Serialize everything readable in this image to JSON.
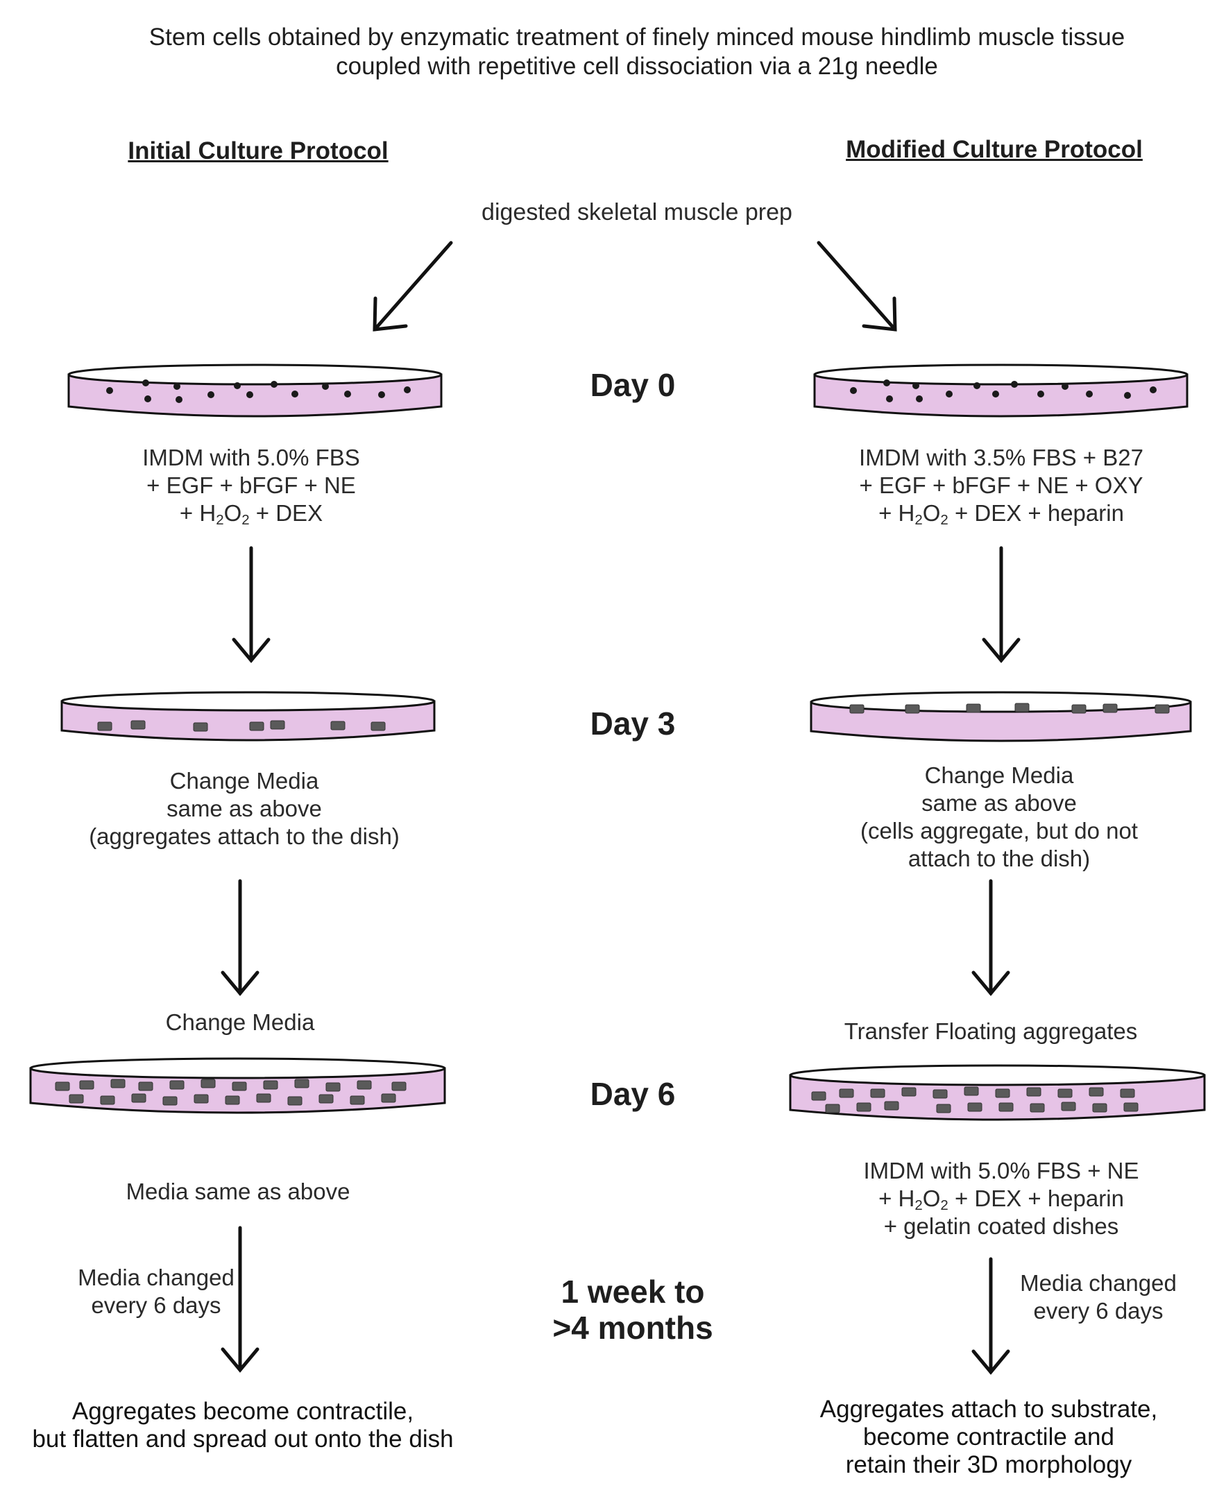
{
  "title": {
    "line1": "Stem cells obtained by enzymatic treatment of finely minced mouse hindlimb muscle tissue",
    "line2": "coupled with repetitive cell dissociation via a 21g needle"
  },
  "headers": {
    "left": "Initial Culture Protocol",
    "right": "Modified Culture Protocol"
  },
  "source": "digested skeletal muscle prep",
  "days": {
    "day0": "Day 0",
    "day3": "Day 3",
    "day6": "Day 6",
    "long_line1": "1 week to",
    "long_line2": ">4 months"
  },
  "left": {
    "day0_media": {
      "line1": "IMDM with 5.0% FBS",
      "line2": "+ EGF + bFGF + NE",
      "line3_pre": "+ H",
      "sub2a": "2",
      "line3_mid": "O",
      "sub2b": "2",
      "line3_post": " + DEX"
    },
    "day3_text": {
      "line1": "Change Media",
      "line2": "same as above",
      "line3": "(aggregates attach to the dish)"
    },
    "pre_day6": "Change Media",
    "day6_text": "Media same as above",
    "arrow_note": {
      "line1": "Media changed",
      "line2": "every 6 days"
    },
    "final": {
      "line1": "Aggregates become contractile,",
      "line2": "but flatten and spread out onto the dish"
    }
  },
  "right": {
    "day0_media": {
      "line1": "IMDM with 3.5% FBS + B27",
      "line2": "+ EGF + bFGF + NE + OXY",
      "line3_pre": "+ H",
      "sub2a": "2",
      "line3_mid": "O",
      "sub2b": "2",
      "line3_post": " + DEX + heparin"
    },
    "day3_text": {
      "line1": "Change Media",
      "line2": "same as above",
      "line3": "(cells aggregate, but do not",
      "line4": "attach to the dish)"
    },
    "pre_day6": "Transfer Floating aggregates",
    "day6_text": {
      "line1": "IMDM with 5.0% FBS + NE",
      "line2_pre": "+ H",
      "sub2a": "2",
      "line2_mid": "O",
      "sub2b": "2",
      "line2_post": " + DEX + heparin",
      "line3": "+ gelatin coated dishes"
    },
    "arrow_note": {
      "line1": "Media changed",
      "line2": "every 6 days"
    },
    "final": {
      "line1": "Aggregates attach to substrate,",
      "line2": "become contractile and",
      "line3": "retain their 3D morphology"
    }
  },
  "colors": {
    "media_fill": "#e6c3e6",
    "cell_dot": "#1a1a1a",
    "aggregate": "#5a5a5a",
    "line": "#111111"
  }
}
